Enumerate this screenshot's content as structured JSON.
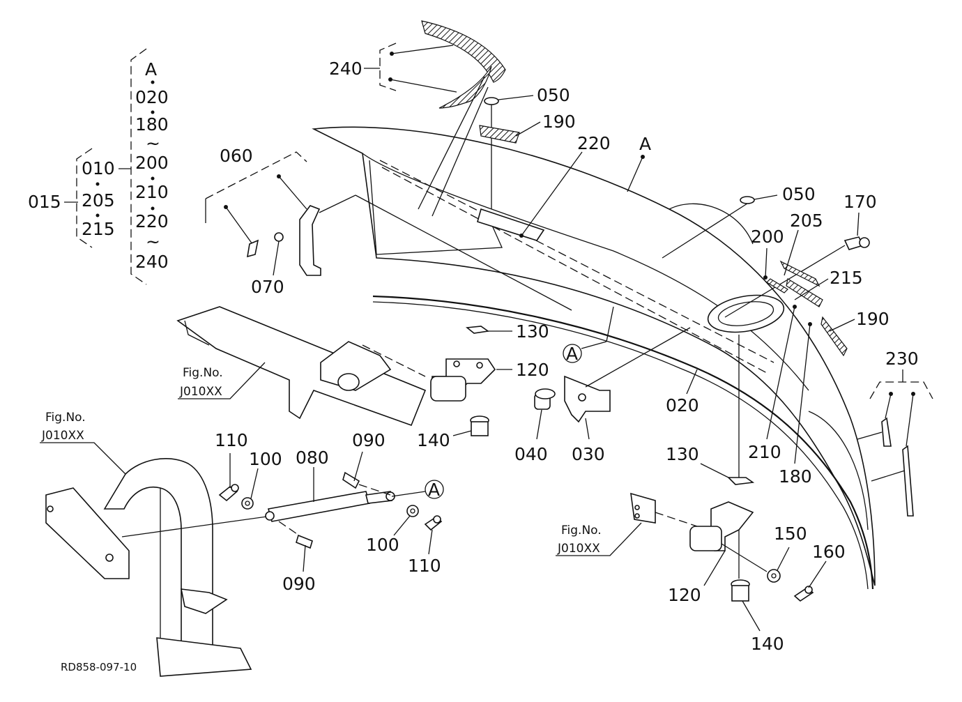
{
  "diagram": {
    "drawing_code": "RD858-097-10",
    "tree": {
      "root": "015",
      "left_group": [
        "010",
        "205",
        "215"
      ],
      "right_group": [
        "A",
        "020",
        "180",
        "200",
        "210",
        "220",
        "240"
      ],
      "separators": [
        "•",
        "~",
        "~",
        "•",
        "~"
      ]
    },
    "callouts": {
      "p240": "240",
      "p050a": "050",
      "p050b": "050",
      "p190a": "190",
      "p190b": "190",
      "p220": "220",
      "pA": "A",
      "p060": "060",
      "p070": "070",
      "p170": "170",
      "p205": "205",
      "p200": "200",
      "p215": "215",
      "p130a": "130",
      "p130b": "130",
      "p120a": "120",
      "p120b": "120",
      "p140a": "140",
      "p140b": "140",
      "p040": "040",
      "p030": "030",
      "p020": "020",
      "p230": "230",
      "p210": "210",
      "p180": "180",
      "p110a": "110",
      "p110b": "110",
      "p100a": "100",
      "p100b": "100",
      "p080": "080",
      "p090a": "090",
      "p090b": "090",
      "p150": "150",
      "p160": "160"
    },
    "circle_marks": {
      "a1": "A",
      "a2": "A"
    },
    "fig_refs": {
      "f1_title": "Fig.No.",
      "f1_code": "J010XX",
      "f2_title": "Fig.No.",
      "f2_code": "J010XX",
      "f3_title": "Fig.No.",
      "f3_code": "J010XX"
    }
  }
}
